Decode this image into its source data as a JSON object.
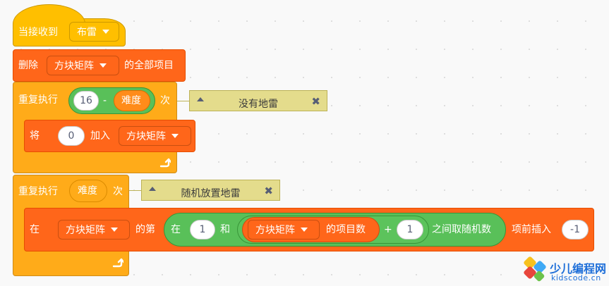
{
  "when_received": {
    "label": "当接收到",
    "message": "布雷"
  },
  "delete_all": {
    "prefix": "删除",
    "list": "方块矩阵",
    "suffix": "的全部项目"
  },
  "repeat1": {
    "label": "重复执行",
    "left_num": "16",
    "op": "-",
    "var": "难度",
    "times": "次",
    "comment": "没有地雷"
  },
  "add_item": {
    "prefix": "将",
    "value": "0",
    "middle": "加入",
    "list": "方块矩阵"
  },
  "repeat2": {
    "label": "重复执行",
    "var": "难度",
    "times": "次",
    "comment": "随机放置地雷"
  },
  "insert": {
    "prefix": "在",
    "list": "方块矩阵",
    "of": "的第",
    "random_prefix": "在",
    "random_from": "1",
    "random_and": "和",
    "length_list": "方块矩阵",
    "length_suffix": "的项目数",
    "plus": "+",
    "plus_num": "1",
    "random_suffix": "之间取随机数",
    "insert_label": "项前插入",
    "insert_value": "-1"
  },
  "watermark": {
    "title": "少儿编程网",
    "site": "kidscode.cn"
  }
}
